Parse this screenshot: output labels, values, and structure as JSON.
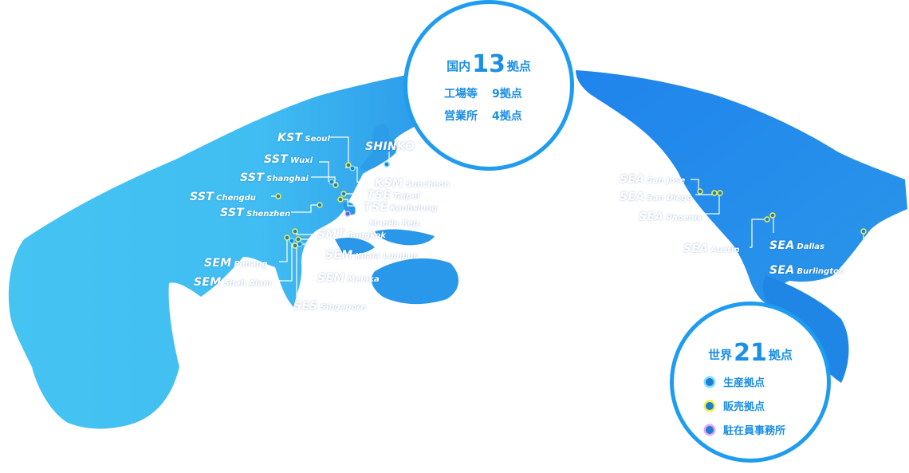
{
  "domestic": {
    "title_prefix": "国内",
    "title_number": "13",
    "title_suffix": "拠点",
    "rows": [
      {
        "label": "工場等",
        "value": "9拠点"
      },
      {
        "label": "営業所",
        "value": "4拠点"
      }
    ]
  },
  "global": {
    "title_prefix": "世界",
    "title_number": "21",
    "title_suffix": "拠点",
    "legend": [
      {
        "label": "生産拠点",
        "color": "#1e7fd0",
        "ring": "#7fe0ff"
      },
      {
        "label": "販売拠点",
        "color": "#1e7fd0",
        "ring": "#f3f046"
      },
      {
        "label": "駐在員事務所",
        "color": "#1e7fd0",
        "ring": "#e8a3f5"
      }
    ]
  },
  "colors": {
    "accent": "#1e9cf0",
    "land_light": "#4fc6f3",
    "land_dark": "#1e7fe6",
    "production": "#7fe0ff",
    "sales": "#f3f046",
    "office": "#e8a3f5"
  },
  "sites": {
    "kst": {
      "code": "KST",
      "city": "Seoul"
    },
    "shinko": {
      "code": "SHINKO",
      "city": ""
    },
    "sst_wuxi": {
      "code": "SST",
      "city": "Wuxi"
    },
    "sst_shanghai": {
      "code": "SST",
      "city": "Shanghai"
    },
    "ksm": {
      "code": "KSM",
      "city": "Suncheon"
    },
    "sst_chengdu": {
      "code": "SST",
      "city": "Chengdu"
    },
    "tse_taipei": {
      "code": "TSE",
      "city": "Taipei"
    },
    "tse_kaohsiung": {
      "code": "TSE",
      "city": "Kaohsiung"
    },
    "sst_shenzhen": {
      "code": "SST",
      "city": "Shenzhen"
    },
    "manila": {
      "code": "",
      "city": "Manila Rep."
    },
    "smt": {
      "code": "SMT",
      "city": "Bangkok"
    },
    "sem_kl": {
      "code": "SEM",
      "city": "Kuala Lumpur"
    },
    "sem_penang": {
      "code": "SEM",
      "city": "Penang"
    },
    "sem_shahalam": {
      "code": "SEM",
      "city": "Shah Alam"
    },
    "sem_melaka": {
      "code": "SEM",
      "city": "Melaka"
    },
    "ses": {
      "code": "SES",
      "city": "Singapore"
    },
    "sea_sanjose": {
      "code": "SEA",
      "city": "San Jose"
    },
    "sea_sandiego": {
      "code": "SEA",
      "city": "San Diego"
    },
    "sea_phoenix": {
      "code": "SEA",
      "city": "Phoenix"
    },
    "sea_austin": {
      "code": "SEA",
      "city": "Austin"
    },
    "sea_dallas": {
      "code": "SEA",
      "city": "Dallas"
    },
    "sea_burlington": {
      "code": "SEA",
      "city": "Burlington"
    }
  }
}
